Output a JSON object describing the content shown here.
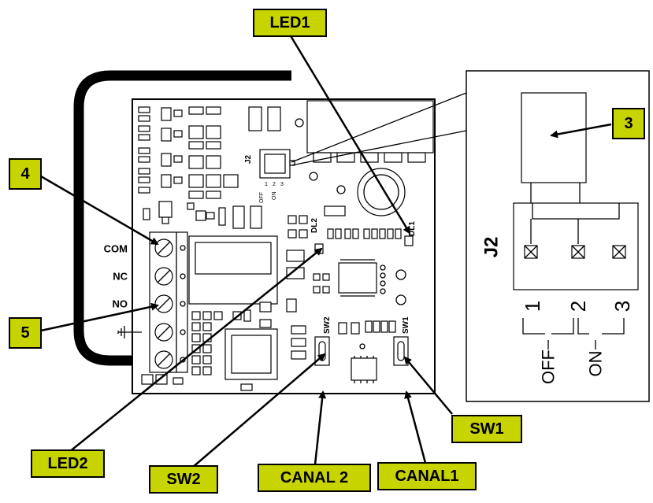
{
  "callouts": {
    "led1": "LED1",
    "three": "3",
    "four": "4",
    "five": "5",
    "led2": "LED2",
    "sw1": "SW1",
    "sw2": "SW2",
    "canal2": "CANAL 2",
    "canal1": "CANAL1"
  },
  "terminals": {
    "com": "COM",
    "nc": "NC",
    "no": "NO"
  },
  "board_silk": {
    "j2": "J2",
    "dl2": "DL2",
    "dl1": "DL1",
    "sw2": "SW2",
    "sw1": "SW1",
    "pin1": "1",
    "pin2": "2",
    "pin3": "3",
    "off": "OFF",
    "on": "ON"
  },
  "detail": {
    "j2": "J2",
    "pin1": "1",
    "pin2": "2",
    "pin3": "3",
    "off": "OFF",
    "on": "ON"
  },
  "colors": {
    "callout_fill": "#c8d400",
    "line": "#000000",
    "background": "#ffffff"
  }
}
